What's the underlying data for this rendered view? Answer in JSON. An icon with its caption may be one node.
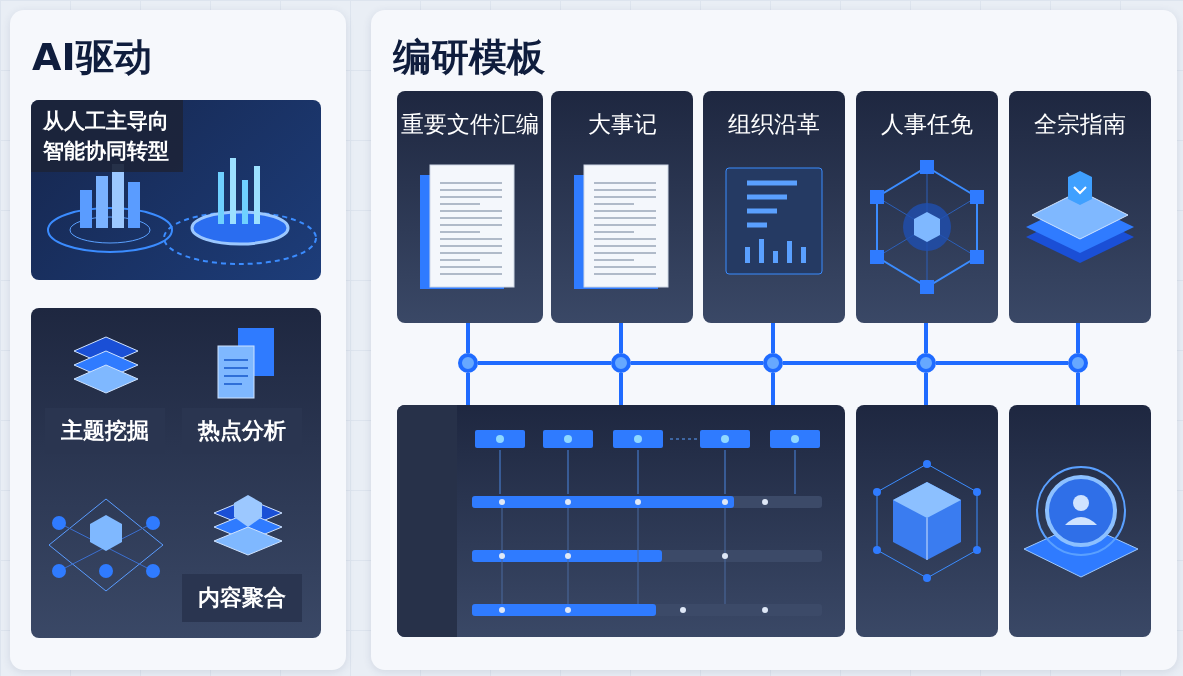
{
  "diagram": {
    "nodes": [
      {
        "text": [
          "AI驱动"
        ]
      },
      {
        "text": [
          "从人工主导向智能协同转型"
        ],
        "in": 0
      },
      {
        "text": [],
        "shape": "box",
        "in": 0
      },
      {
        "text": [
          "主题挖掘"
        ],
        "in": 2
      },
      {
        "text": [
          "热点分析"
        ],
        "in": 2
      },
      {
        "text": [
          "内容聚合"
        ],
        "in": 2
      },
      {
        "text": [
          "编研模板"
        ]
      },
      {
        "text": [
          "重要文件汇编"
        ],
        "in": 6
      },
      {
        "text": [
          "大事记"
        ],
        "in": 6
      },
      {
        "text": [
          "组织沿革"
        ],
        "in": 6
      },
      {
        "text": [
          "人事任免"
        ],
        "in": 6
      },
      {
        "text": [
          "全宗指南"
        ],
        "in": 6
      },
      {
        "text": [],
        "shape": "circle",
        "in": 6
      },
      {
        "text": [],
        "shape": "circle",
        "in": 6
      },
      {
        "text": [],
        "shape": "circle",
        "in": 6
      },
      {
        "text": [],
        "shape": "circle",
        "in": 6
      },
      {
        "text": [],
        "shape": "circle",
        "in": 6
      },
      {
        "text": [],
        "shape": "box",
        "in": 6
      },
      {
        "text": [],
        "shape": "box",
        "in": 6
      },
      {
        "text": [],
        "shape": "box",
        "in": 6
      }
    ],
    "edges": [
      {
        "from": 7,
        "to": 12,
        "arrow": "none"
      },
      {
        "from": 8,
        "to": 13,
        "arrow": "none"
      },
      {
        "from": 9,
        "to": 14,
        "arrow": "none"
      },
      {
        "from": 10,
        "to": 15,
        "arrow": "none"
      },
      {
        "from": 11,
        "to": 16,
        "arrow": "none"
      },
      {
        "from": 12,
        "to": 13,
        "arrow": "none"
      },
      {
        "from": 13,
        "to": 14,
        "arrow": "none"
      },
      {
        "from": 14,
        "to": 15,
        "arrow": "none"
      },
      {
        "from": 15,
        "to": 16,
        "arrow": "none"
      },
      {
        "from": 12,
        "to": 17,
        "arrow": "none"
      },
      {
        "from": 13,
        "to": 17,
        "arrow": "none"
      },
      {
        "from": 14,
        "to": 17,
        "arrow": "none"
      },
      {
        "from": 15,
        "to": 18,
        "arrow": "none"
      },
      {
        "from": 16,
        "to": 19,
        "arrow": "none"
      }
    ]
  }
}
